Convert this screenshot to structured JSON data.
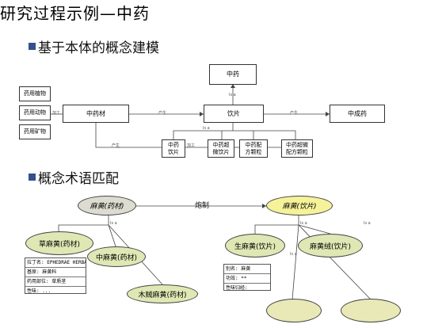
{
  "title": "研究过程示例—中药",
  "sections": {
    "ontology": "基于本体的概念建模",
    "matching": "概念术语匹配"
  },
  "top_diagram": {
    "sources": [
      "药用植物",
      "药用动物",
      "药用矿物"
    ],
    "main": {
      "zhongyao": "中药",
      "zhongyaocai": "中药材",
      "yinpian": "饮片",
      "zhongchengyao": "中成药"
    },
    "products": [
      "中药\n饮片",
      "中药超\n微饮片",
      "中药配\n方颗粒",
      "中药超微\n配方颗粒"
    ],
    "edge_labels": {
      "jiagong": "加工",
      "chansheng": "产生",
      "is_a": "Is a"
    }
  },
  "bottom_diagram": {
    "left_root": "麻黄(药材)",
    "right_root": "麻黄(饮片)",
    "connector": "炮制",
    "left_children": [
      "草麻黄(药材)",
      "中麻黄(药材)",
      "木贼麻黄(药材)"
    ],
    "right_children": [
      "生麻黄(饮片)",
      "麻黄绒(饮片)"
    ],
    "left_table": [
      "拉丁名: EPHEDRAE HERBA",
      "基原: 麻黄科",
      "药用部位: 草质茎",
      "性味: ..."
    ],
    "right_table": [
      "别名: 麻黄",
      "功效: **",
      "性味归经:"
    ],
    "is_a": "Is a"
  }
}
